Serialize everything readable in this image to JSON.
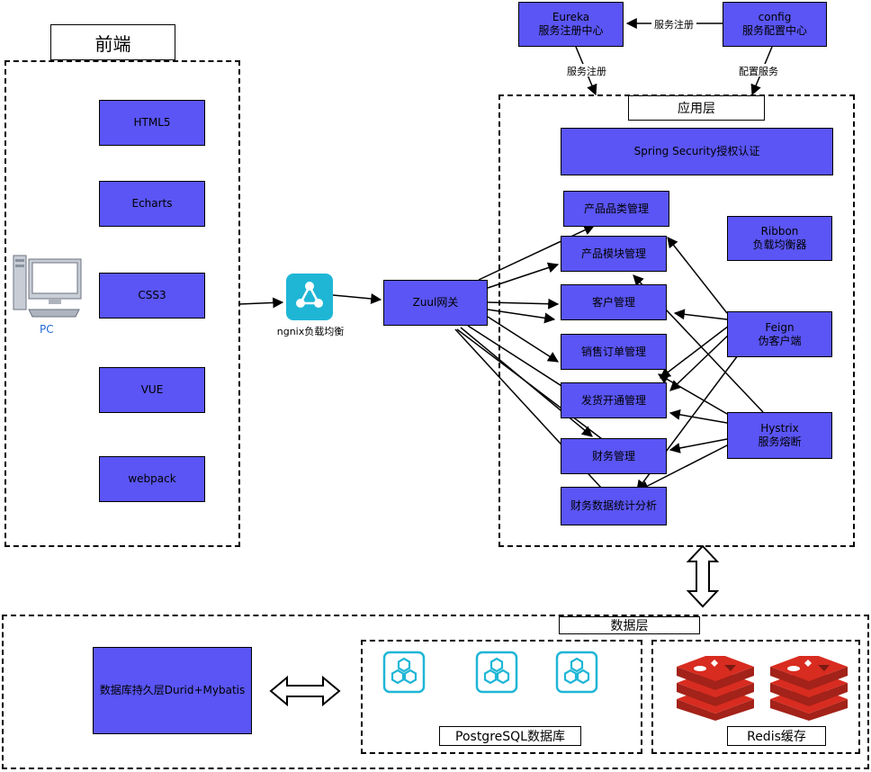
{
  "frontend": {
    "title": "前端",
    "items": [
      "HTML5",
      "Echarts",
      "CSS3",
      "VUE",
      "webpack"
    ],
    "pc_label": "PC"
  },
  "nginx": {
    "label": "ngnix负载均衡"
  },
  "zuul": {
    "label": "Zuul网关"
  },
  "eureka": {
    "line1": "Eureka",
    "line2": "服务注册中心"
  },
  "config": {
    "line1": "config",
    "line2": "服务配置中心"
  },
  "edges": {
    "config_to_eureka": "服务注册",
    "eureka_to_app": "服务注册",
    "config_to_app": "配置服务"
  },
  "app_layer": {
    "title": "应用层",
    "security": "Spring Security授权认证",
    "modules": [
      "产品品类管理",
      "产品模块管理",
      "客户管理",
      "销售订单管理",
      "发货开通管理",
      "财务管理",
      "财务数据统计分析"
    ],
    "ribbon": {
      "line1": "Ribbon",
      "line2": "负载均衡器"
    },
    "feign": {
      "line1": "Feign",
      "line2": "伪客户端"
    },
    "hystrix": {
      "line1": "Hystrix",
      "line2": "服务熔断"
    }
  },
  "data_layer": {
    "title": "数据层",
    "persistence": "数据库持久层Durid+Mybatis",
    "postgres_label": "PostgreSQL数据库",
    "redis_label": "Redis缓存"
  },
  "colors": {
    "box_fill": "#5a55f4",
    "db_icon": "#1fb6d6",
    "redis_red": "#d82c20"
  }
}
